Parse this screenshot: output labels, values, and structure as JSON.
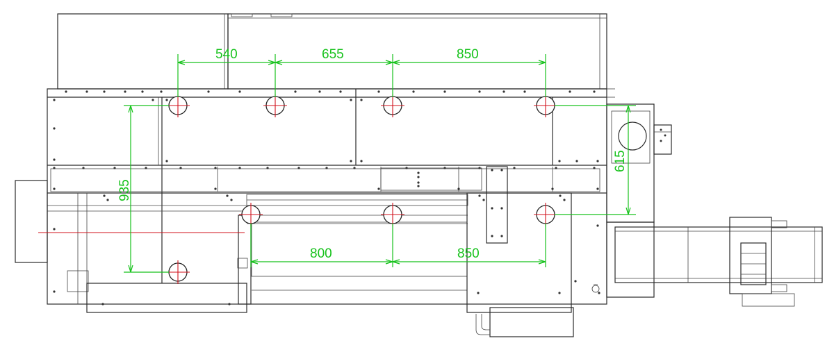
{
  "colors": {
    "dimension": "#17c21c",
    "centerline": "#d0111b",
    "outline": "#2a2a2a",
    "background": "#ffffff"
  },
  "dimensions": {
    "top_1": "540",
    "top_2": "655",
    "top_3": "850",
    "left_vertical": "935",
    "right_vertical": "615",
    "bottom_1": "800",
    "bottom_2": "850"
  }
}
